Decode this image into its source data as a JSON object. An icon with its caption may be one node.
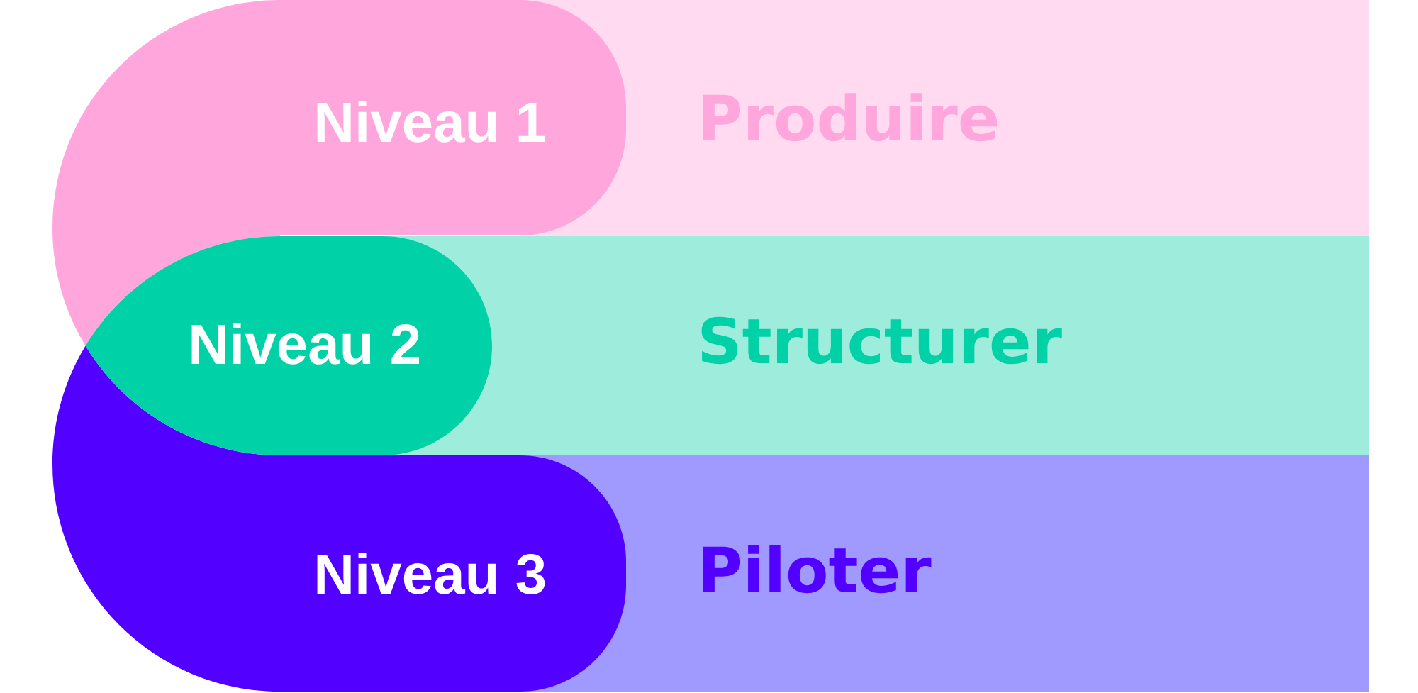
{
  "diagram": {
    "nodes": [
      {
        "text": [
          "Niveau 1"
        ]
      },
      {
        "text": [
          "Produire"
        ]
      },
      {
        "text": [
          "Niveau 2"
        ]
      },
      {
        "text": [
          "Structurer"
        ]
      },
      {
        "text": [
          "Niveau 3"
        ]
      },
      {
        "text": [
          "Piloter"
        ]
      }
    ]
  }
}
